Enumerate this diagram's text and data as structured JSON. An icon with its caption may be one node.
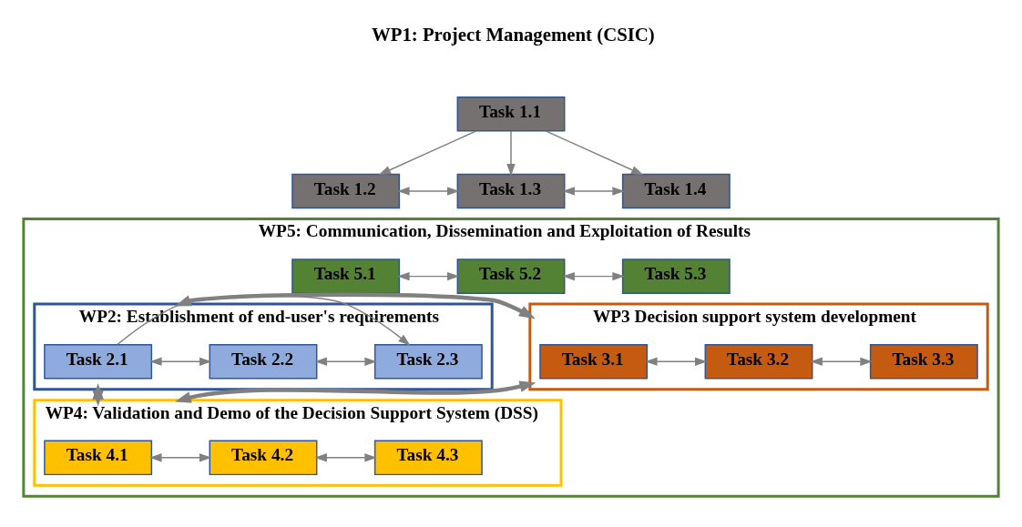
{
  "diagram": {
    "nodes": [
      {
        "text": [
          "Task 1.1"
        ]
      },
      {
        "text": [
          "Task 1.2"
        ]
      },
      {
        "text": [
          "Task 1.3"
        ]
      },
      {
        "text": [
          "Task 1.4"
        ]
      },
      {
        "text": [
          "WP5: Communication, Dissemination and Exploitation of Results"
        ]
      },
      {
        "text": [
          "Task 5.1"
        ],
        "in": 4
      },
      {
        "text": [
          "Task 5.2"
        ],
        "in": 4
      },
      {
        "text": [
          "Task 5.3"
        ],
        "in": 4
      },
      {
        "text": [
          "WP2: Establishment of end-user's requirements"
        ],
        "in": 4
      },
      {
        "text": [
          "Task 2.1"
        ],
        "in": 8
      },
      {
        "text": [
          "Task 2.2"
        ],
        "in": 8
      },
      {
        "text": [
          "Task 2.3"
        ],
        "in": 8
      },
      {
        "text": [
          "WP3 Decision support system development"
        ],
        "in": 4
      },
      {
        "text": [
          "Task 3.1"
        ],
        "in": 12
      },
      {
        "text": [
          "Task 3.2"
        ],
        "in": 12
      },
      {
        "text": [
          "Task 3.3"
        ],
        "in": 12
      },
      {
        "text": [
          "WP4: Validation and Demo of the Decision Support System (DSS)"
        ],
        "in": 4
      },
      {
        "text": [
          "Task 4.1"
        ],
        "in": 16
      },
      {
        "text": [
          "Task 4.2"
        ],
        "in": 16
      },
      {
        "text": [
          "Task 4.3"
        ],
        "in": 16
      }
    ],
    "edges": [
      {
        "from": 0,
        "to": 1,
        "arrow": "to"
      },
      {
        "from": 0,
        "to": 2,
        "arrow": "to"
      },
      {
        "from": 0,
        "to": 3,
        "arrow": "to"
      },
      {
        "from": 1,
        "to": 2,
        "arrow": "both"
      },
      {
        "from": 2,
        "to": 3,
        "arrow": "both"
      },
      {
        "from": 5,
        "to": 6,
        "arrow": "both"
      },
      {
        "from": 6,
        "to": 7,
        "arrow": "both"
      },
      {
        "from": 9,
        "to": 11,
        "arrow": "to"
      },
      {
        "from": 9,
        "to": 10,
        "arrow": "both"
      },
      {
        "from": 10,
        "to": 11,
        "arrow": "both"
      },
      {
        "from": 13,
        "to": 14,
        "arrow": "both"
      },
      {
        "from": 14,
        "to": 15,
        "arrow": "both"
      },
      {
        "from": 8,
        "to": 12,
        "arrow": "both",
        "style": "thick"
      },
      {
        "from": 8,
        "to": 16,
        "arrow": "both",
        "style": "thick"
      },
      {
        "from": 12,
        "to": 16,
        "arrow": "both",
        "style": "thick"
      },
      {
        "from": 17,
        "to": 18,
        "arrow": "both"
      },
      {
        "from": 18,
        "to": 19,
        "arrow": "both"
      }
    ],
    "labels": [
      "WP1: Project Management (CSIC)"
    ]
  }
}
